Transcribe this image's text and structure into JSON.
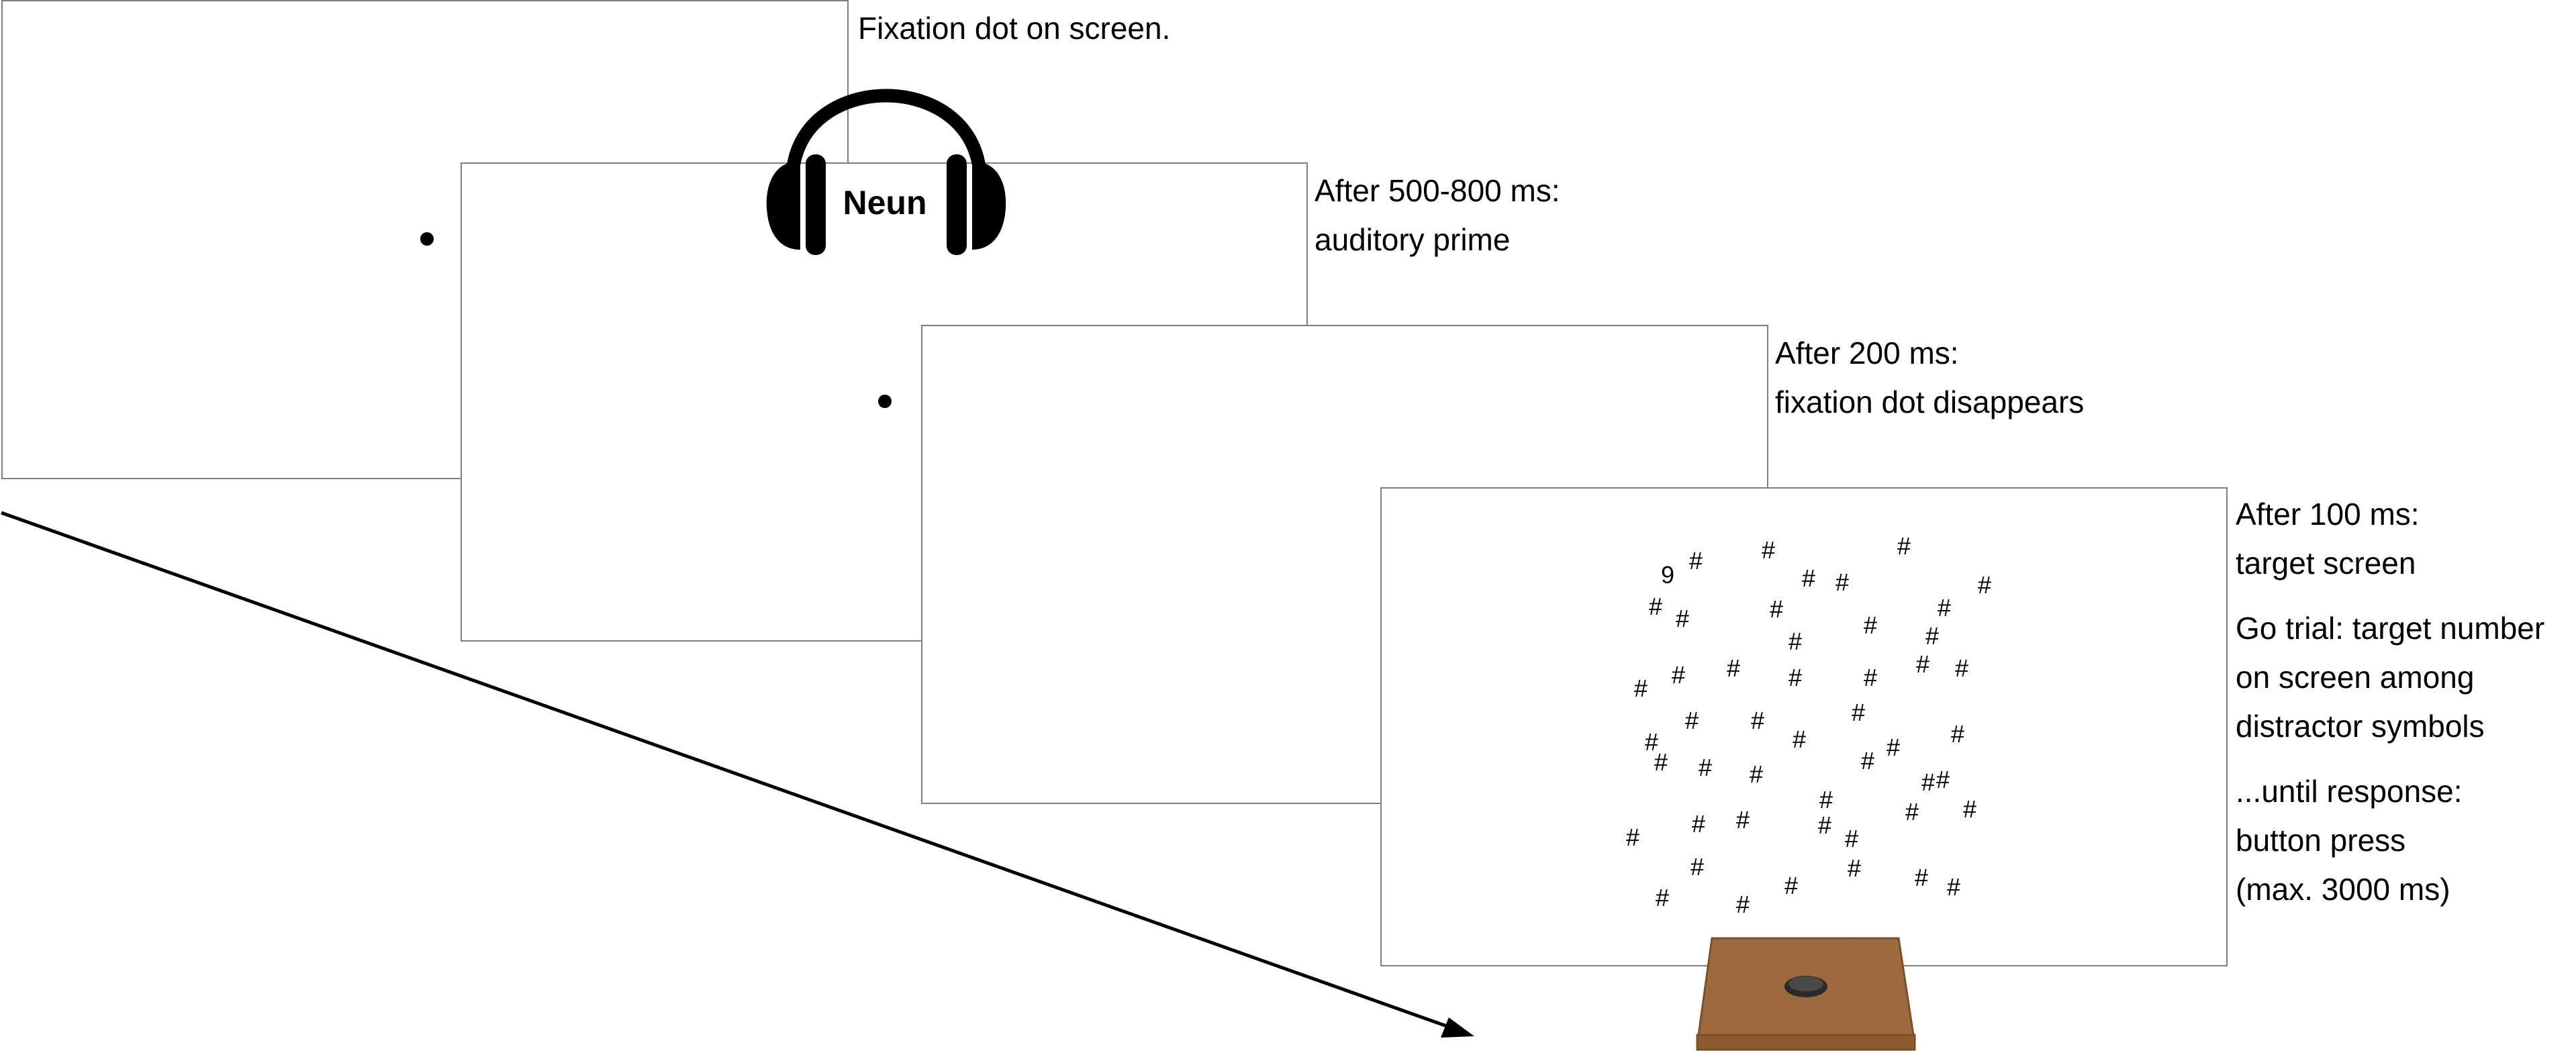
{
  "screens": [
    {
      "id": "fixation",
      "caption_lines": [
        "Fixation dot on screen."
      ]
    },
    {
      "id": "prime",
      "caption_lines": [
        "After 500-800 ms:",
        "auditory prime"
      ],
      "prime_word": "Neun"
    },
    {
      "id": "dot-gone",
      "caption_lines": [
        "After 200 ms:",
        "fixation dot disappears"
      ]
    },
    {
      "id": "target",
      "caption_lines": [
        "After 100 ms:",
        "target screen"
      ],
      "extra_captions": [
        [
          "Go trial: target number",
          "on screen among",
          "distractor symbols"
        ],
        [
          "...until response:",
          "button press",
          "(max. 3000 ms)"
        ]
      ]
    }
  ],
  "target_display": {
    "target_symbol": "9",
    "distractor_symbol": "#"
  },
  "colors": {
    "border": "#7f7f7f",
    "button_box": "#9c6a3c",
    "button_box_edge": "#7a4f2a",
    "button": "#2b2b2b"
  },
  "icons": [
    "headphones-icon",
    "response-button-icon",
    "timeline-arrow-icon"
  ]
}
